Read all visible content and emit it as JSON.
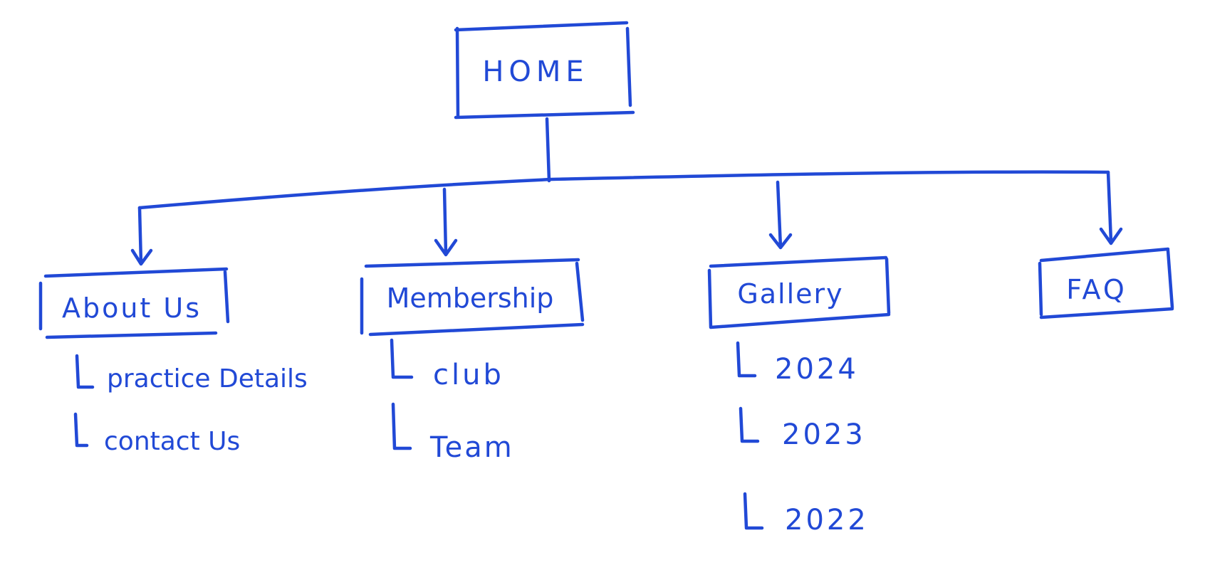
{
  "ink_color": "#2149d6",
  "background": "#ffffff",
  "root": {
    "label": "HOME"
  },
  "sections": [
    {
      "label": "About Us",
      "children": [
        "practice Details",
        "contact Us"
      ]
    },
    {
      "label": "Membership",
      "children": [
        "club",
        "Team"
      ]
    },
    {
      "label": "Gallery",
      "children": [
        "2024",
        "2023",
        "2022"
      ]
    },
    {
      "label": "FAQ",
      "children": []
    }
  ]
}
